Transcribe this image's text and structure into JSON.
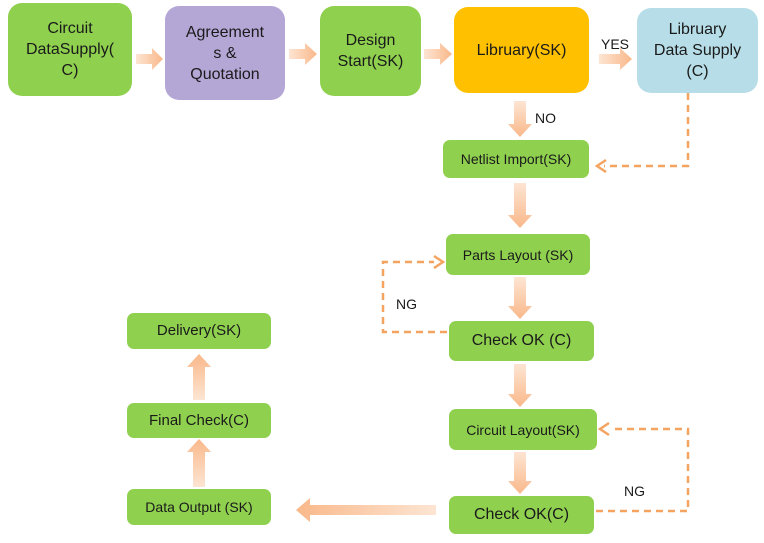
{
  "colors": {
    "green_box": "#8fd14f",
    "purple_box": "#b4a7d6",
    "orange_box": "#ffc000",
    "blue_box": "#b7dee8",
    "arrow": "#fbc49f",
    "dashed_line": "#f4a460"
  },
  "nodes": {
    "circuit_data_supply": [
      "Circuit",
      "DataSupply(",
      "C)"
    ],
    "agreements_quotation": [
      "Agreement",
      "s &",
      "Quotation"
    ],
    "design_start": [
      "Design",
      "Start(SK)"
    ],
    "library_sk": "Libruary(SK)",
    "library_data_supply": [
      "Libruary",
      "Data Supply",
      "(C)"
    ],
    "netlist_import": "Netlist Import(SK)",
    "parts_layout": "Parts Layout (SK)",
    "check_ok_1": "Check OK (C)",
    "circuit_layout": "Circuit Layout(SK)",
    "check_ok_2": "Check OK(C)",
    "data_output": "Data Output (SK)",
    "final_check": "Final Check(C)",
    "delivery": "Delivery(SK)"
  },
  "labels": {
    "yes": "YES",
    "no": "NO",
    "ng_1": "NG",
    "ng_2": "NG"
  }
}
